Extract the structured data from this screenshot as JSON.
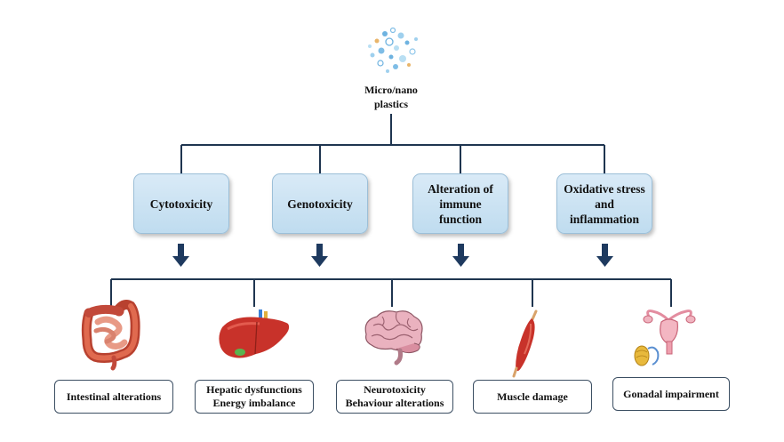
{
  "source": {
    "label_line1": "Micro/nano",
    "label_line2": "plastics",
    "particles_icon": "micro-nano-particles-icon"
  },
  "mechanisms": [
    {
      "label": "Cytotoxicity"
    },
    {
      "label": "Genotoxicity"
    },
    {
      "label": "Alteration of immune function"
    },
    {
      "label": "Oxidative stress and inflammation"
    }
  ],
  "effects": [
    {
      "line1": "Intestinal alterations",
      "line2": "",
      "icon": "intestine-icon"
    },
    {
      "line1": "Hepatic dysfunctions",
      "line2": "Energy imbalance",
      "icon": "liver-icon"
    },
    {
      "line1": "Neurotoxicity",
      "line2": "Behaviour alterations",
      "icon": "brain-icon"
    },
    {
      "line1": "Muscle damage",
      "line2": "",
      "icon": "muscle-icon"
    },
    {
      "line1": "Gonadal impairment",
      "line2": "",
      "icon": "reproductive-organs-icon"
    }
  ],
  "colors": {
    "connector": "#1f3550",
    "arrow": "#1e3a5f",
    "mechanism_fill": "#cfe3f3",
    "organ_red": "#c8322a",
    "brain_pink": "#e8a9b8",
    "particle_blue": "#6fb3e0"
  }
}
